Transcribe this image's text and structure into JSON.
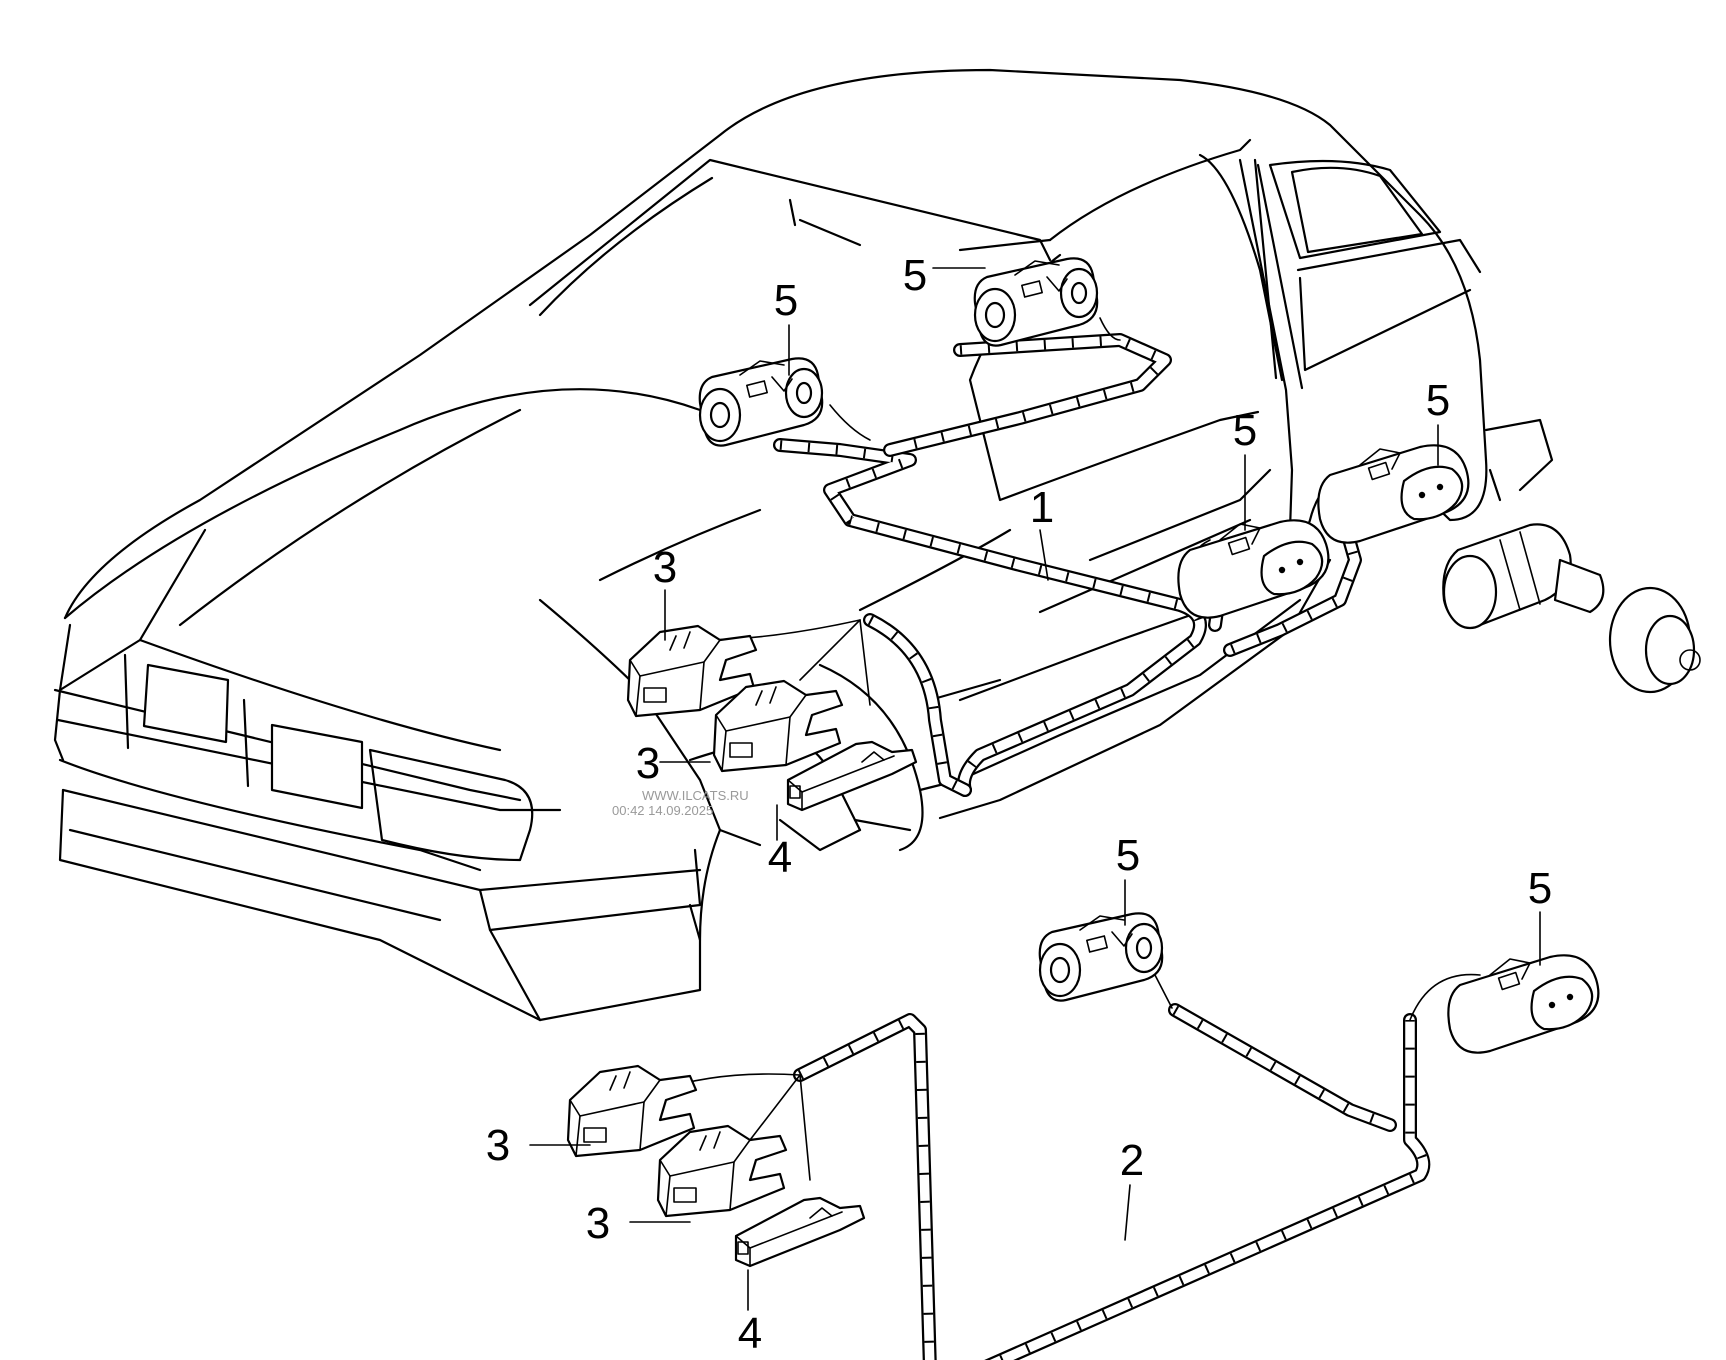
{
  "diagram": {
    "callouts": {
      "harness_main": "1",
      "harness_aux": "2",
      "connector_flat_a": "3",
      "connector_flat_b": "3",
      "connector_small": "4",
      "connector_round": "5"
    },
    "watermark": {
      "site": "WWW.ILCATS.RU",
      "timestamp": "00:42 14.09.2025"
    }
  }
}
